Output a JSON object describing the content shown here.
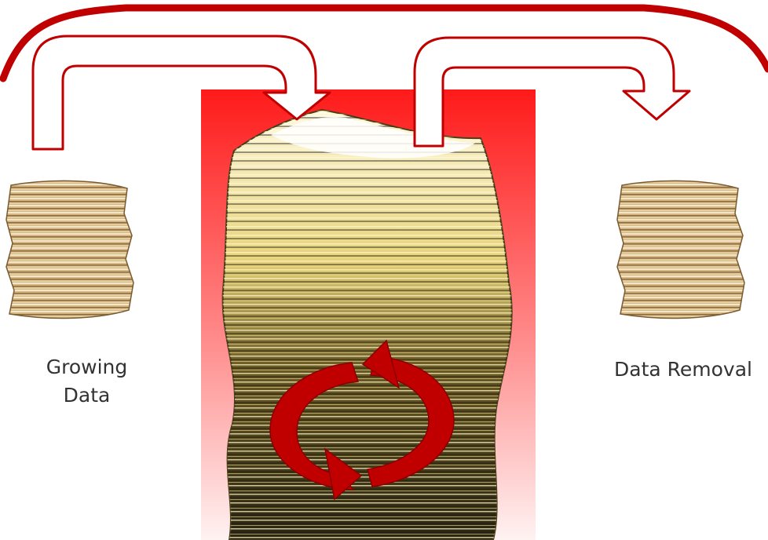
{
  "labels": {
    "left_line1": "Growing",
    "left_line2": "Data",
    "right": "Data Removal"
  },
  "colors": {
    "big_arc": "#c00000",
    "arrow_outline": "#c00000",
    "arrow_fill": "#ffffff",
    "panel_top": "#ff1a1a",
    "panel_bottom": "#fff2f2",
    "cycle_arrows": "#c00000",
    "paper_light": "#f2e6c8",
    "paper_tan": "#d3b27c",
    "paper_brown": "#8b6a3e",
    "paper_yellow": "#e9dc7c",
    "paper_dark": "#2a2514",
    "label_text": "#333333"
  },
  "icons": {
    "left_stack": "paper-stack-icon",
    "right_stack": "paper-stack-icon",
    "center_stack": "large-paper-stack-image",
    "cycle": "circular-refresh-arrows-icon"
  }
}
